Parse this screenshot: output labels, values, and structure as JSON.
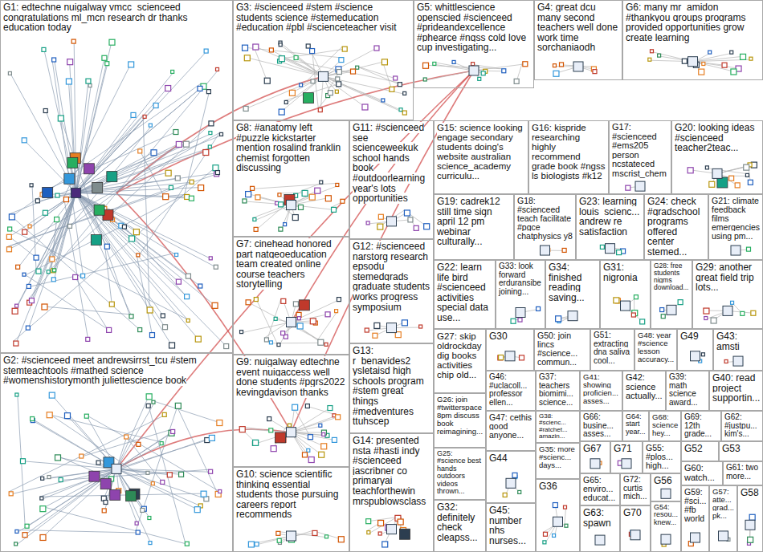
{
  "diagram": {
    "nodes": [
      {
        "text": [
          "G1: edtechne nuigalway vmcc_scienceed congratulations ml_mcn research dr thanks education today"
        ]
      },
      {
        "text": [
          "G2: #scienceed meet andrewsirrst_tcu #stem stemteachtools #mathed science #womenshistorymonth juliettescience book"
        ]
      },
      {
        "text": [
          "G3: #scienceed #stem #science students science #stemeducation #education #pbl #scienceteacher visit"
        ]
      },
      {
        "text": [
          "G5: whittlescience openscied #scienceed #prideandexcellence #phearce #ngss cold love cup investigating..."
        ]
      },
      {
        "text": [
          "G4: great dcu many second teachers well done work time sorchaniaodh"
        ]
      },
      {
        "text": [
          "G6: many mr_amidon #thankyou groups programs provided opportunities grow create learning"
        ]
      },
      {
        "text": [
          "G8: #anatomy left #puzzle kickstarter mention rosalind franklin chemist forgotten discussing"
        ]
      },
      {
        "text": [
          "G11: #scienceed see scienceweekuk school hands book #outdoorlearning year's lots opportunities"
        ]
      },
      {
        "text": [
          "G15: science looking engage secondary students doing's website australian science_academy curriculu..."
        ]
      },
      {
        "text": [
          "G16: kispride researching highly recommend grade book #ngss ls biologists #k12"
        ]
      },
      {
        "text": [
          "G17: #scienceed #ems205 person ncstateced mscrist_chem"
        ]
      },
      {
        "text": [
          "G20: looking ideas #scienceed teacher2teac..."
        ]
      },
      {
        "text": [
          "G7: cinehead honored part natgeoeducation team created online course teachers storytelling"
        ]
      },
      {
        "text": [
          "G12: #scienceed narstorg research epsodu stemedgrads graduate students works progress symposium"
        ]
      },
      {
        "text": [
          "G19: cadrek12 still time sign april 12 pm webinar culturally..."
        ]
      },
      {
        "text": [
          "G18: #scienceed teach facilitate #pgce chatphysics y8"
        ]
      },
      {
        "text": [
          "G23: learning louis_scienc... andrew re satisfaction"
        ]
      },
      {
        "text": [
          "G24: check #gradschool programs offered center stemed..."
        ]
      },
      {
        "text": [
          "G21: climate feedback films emergencies using pm..."
        ]
      },
      {
        "text": [
          "G22: learn life bird #scienceed activities special data use..."
        ]
      },
      {
        "text": [
          "G33: look forward erduransibe joining..."
        ]
      },
      {
        "text": [
          "G34: finished reading saving..."
        ]
      },
      {
        "text": [
          "G31: nigronia"
        ]
      },
      {
        "text": [
          "G28: free students nigms download..."
        ]
      },
      {
        "text": [
          "G29: another great field trip lots..."
        ]
      },
      {
        "text": [
          "G9: nuigalway edtechne event nuigaccess well done students #pgrs2022 kevingdavison thanks"
        ]
      },
      {
        "text": [
          "G13: r_benavides2 ysletaisd high schools program #stem great things #medventures ttuhscep"
        ]
      },
      {
        "text": [
          "G27: skip oldrockday dig books activities chip old..."
        ]
      },
      {
        "text": [
          "G30"
        ]
      },
      {
        "text": [
          "G50: join lincs #science... commun..."
        ]
      },
      {
        "text": [
          "G51: extracting dna saliva cool..."
        ]
      },
      {
        "text": [
          "G48: year #science lesson accuracy..."
        ]
      },
      {
        "text": [
          "G49"
        ]
      },
      {
        "text": [
          "G43: amsti"
        ]
      },
      {
        "text": [
          "G46: #uclacoll... professor ellen..."
        ]
      },
      {
        "text": [
          "G37: teachers biomimi... science..."
        ]
      },
      {
        "text": [
          "G41: showing proficien... asses..."
        ]
      },
      {
        "text": [
          "G42: science actually..."
        ]
      },
      {
        "text": [
          "G39: math science award..."
        ]
      },
      {
        "text": [
          "G40: read project supportin..."
        ]
      },
      {
        "text": [
          "G10: science scientific thinking essential students those pursuing careers report recommends"
        ]
      },
      {
        "text": [
          "G14: presented nsta #hasti indy #scienceed jascribner co primaryai teachforthewin mrspublowsclass"
        ]
      },
      {
        "text": [
          "G26: join #twitterspace 8pm discuss book reimagining..."
        ]
      },
      {
        "text": [
          "G25: #science best hands outdoors videos thrown..."
        ]
      },
      {
        "text": [
          "G32: definitely check cleapss..."
        ]
      },
      {
        "text": [
          "G47: cethis good anyone..."
        ]
      },
      {
        "text": [
          "G44"
        ]
      },
      {
        "text": [
          "G35: more #scienc... days..."
        ]
      },
      {
        "text": [
          "G38: #scienc... #ratchet... amazin..."
        ]
      },
      {
        "text": [
          "G45: number nhs nurses..."
        ]
      },
      {
        "text": [
          "G36"
        ]
      },
      {
        "text": [
          "G66: busine... asses..."
        ]
      },
      {
        "text": [
          "G64: start year..."
        ]
      },
      {
        "text": [
          "G68: science hey..."
        ]
      },
      {
        "text": [
          "G69: 12th grade..."
        ]
      },
      {
        "text": [
          "G62: #justpu... kim's..."
        ]
      },
      {
        "text": [
          "G67"
        ]
      },
      {
        "text": [
          "G71"
        ]
      },
      {
        "text": [
          "G55: #plos... high..."
        ]
      },
      {
        "text": [
          "G52"
        ]
      },
      {
        "text": [
          "G53"
        ]
      },
      {
        "text": [
          "G65: enviro... educat..."
        ]
      },
      {
        "text": [
          "G72: curtis mich..."
        ]
      },
      {
        "text": [
          "G56"
        ]
      },
      {
        "text": [
          "G60: watch..."
        ]
      },
      {
        "text": [
          "G61: two more..."
        ]
      },
      {
        "text": [
          "G63: spawn"
        ]
      },
      {
        "text": [
          "G70"
        ]
      },
      {
        "text": [
          "G54: resou... knew..."
        ]
      },
      {
        "text": [
          "G59: #sci... #fb world"
        ]
      },
      {
        "text": [
          "G57: atte... grad... pk..."
        ]
      },
      {
        "text": [
          "G58"
        ]
      }
    ]
  }
}
